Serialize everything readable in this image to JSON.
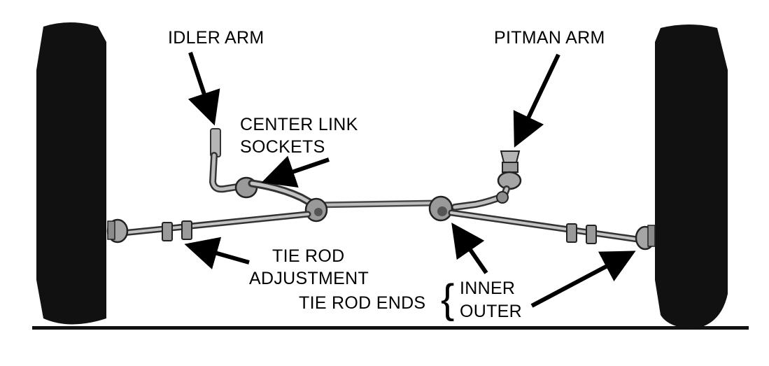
{
  "labels": {
    "idler_arm": "IDLER ARM",
    "pitman_arm": "PITMAN ARM",
    "center_link_line1": "CENTER LINK",
    "center_link_line2": "SOCKETS",
    "tie_rod_line1": "TIE ROD",
    "tie_rod_line2": "ADJUSTMENT",
    "tie_rod_ends": "TIE ROD ENDS",
    "inner": "INNER",
    "outer": "OUTER"
  },
  "colors": {
    "ink": "#000000",
    "tire": "#111111",
    "metal": "#9a9a9a",
    "metal_dark": "#4a4a4a",
    "background": "#ffffff"
  },
  "icons": {
    "brace": "{"
  }
}
